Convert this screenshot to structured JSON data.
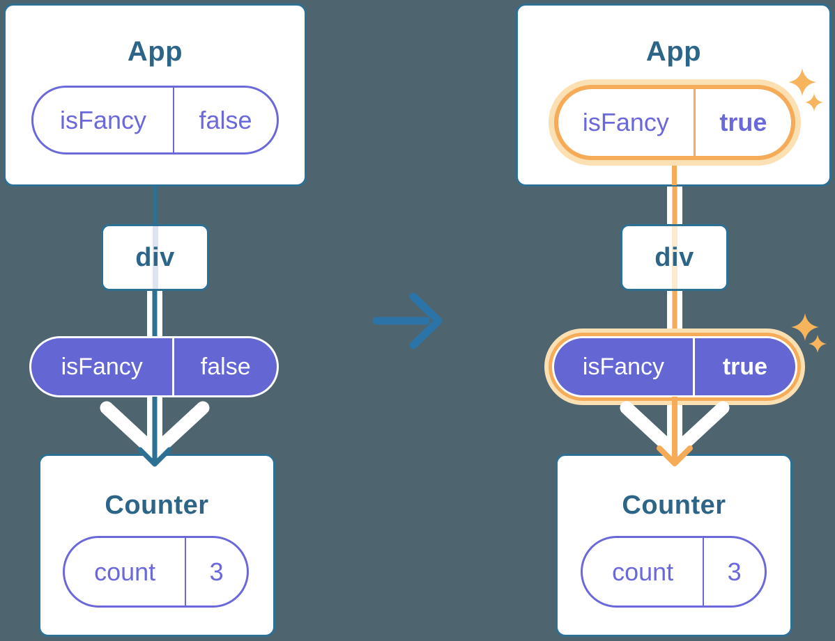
{
  "theme": {
    "colors": {
      "background": "#4E6570",
      "card": "#FFFFFF",
      "border_blue": "#2E6F94",
      "title_blue": "#2C6587",
      "purple": "#6A68DA",
      "purple_fill": "#6366D3",
      "arrow_blue": "#2C74A8",
      "orange": "#F5AB57",
      "orange_glow": "#FBE0B4",
      "sparkle": "#F6B45C",
      "stripe_lavender": "#DEE4F4",
      "stripe_cream": "#FBEAD0"
    }
  },
  "before": {
    "app": {
      "title": "App",
      "prop": {
        "name": "isFancy",
        "value": "false"
      }
    },
    "div_label": "div",
    "pill": {
      "name": "isFancy",
      "value": "false"
    },
    "counter": {
      "title": "Counter",
      "state": {
        "name": "count",
        "value": "3"
      }
    }
  },
  "after": {
    "app": {
      "title": "App",
      "prop": {
        "name": "isFancy",
        "value": "true"
      }
    },
    "div_label": "div",
    "pill": {
      "name": "isFancy",
      "value": "true"
    },
    "counter": {
      "title": "Counter",
      "state": {
        "name": "count",
        "value": "3"
      }
    }
  },
  "icons": {
    "transition_arrow": "right-arrow",
    "sparkle": "four-point-sparkle",
    "arrowhead_outer": "white-chevron-down",
    "arrowhead_inner_before": "blue-arrow-down",
    "arrowhead_inner_after": "orange-arrow-down"
  }
}
